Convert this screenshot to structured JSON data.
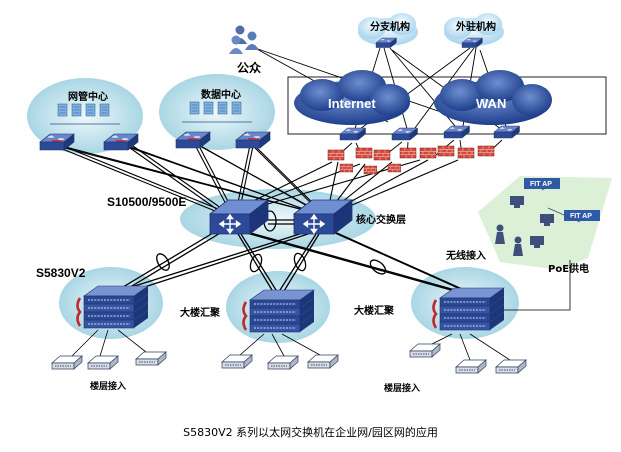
{
  "labels": {
    "branch": "分支机构",
    "outpost": "外驻机构",
    "public": "公众",
    "internet": "Internet",
    "wan": "WAN",
    "nms_center": "网管中心",
    "data_center": "数据中心",
    "core_model": "S10500/9500E",
    "core_layer": "核心交换层",
    "agg_model": "S5830V2",
    "agg_left": "大楼汇聚",
    "agg_right": "大楼汇聚",
    "wireless": "无线接入",
    "poe": "PoE供电",
    "fit_ap_1": "FIT AP",
    "fit_ap_2": "FIT AP",
    "floor_left": "楼层接入",
    "floor_right": "楼层接入"
  },
  "caption": "S5830V2 系列以太网交换机在企业网/园区网的应用",
  "colors": {
    "cloud_blue": "#2f5aa8",
    "cloud_light": "#cfe6f4",
    "switch_blue": "#3555a3",
    "switch_red": "#c0282e",
    "firewall_red": "#d34a3e",
    "area_green": "#d9f0d8",
    "link": "#000000"
  }
}
